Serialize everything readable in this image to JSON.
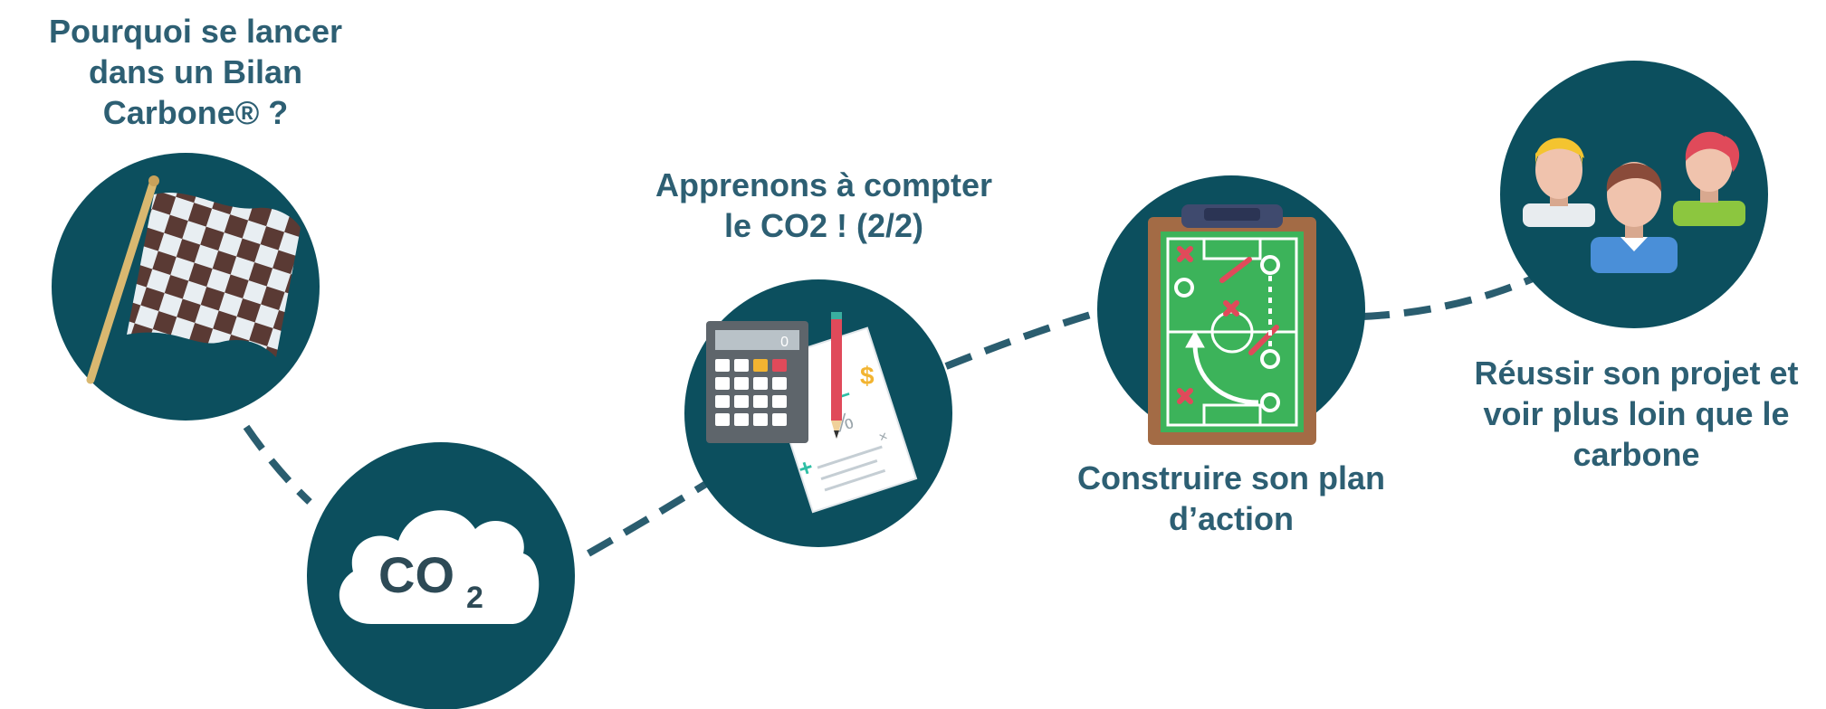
{
  "steps": [
    {
      "id": "step-1",
      "label": "Pourquoi se lancer\ndans un Bilan\nCarbone® ?",
      "icon": "checkered-flag-icon"
    },
    {
      "id": "step-2",
      "label": "",
      "icon": "co2-cloud-icon",
      "icon_text": "CO",
      "icon_subscript": "2"
    },
    {
      "id": "step-3",
      "label": "Apprenons à compter\nle CO2 ! (2/2)",
      "icon": "calculator-document-icon",
      "calculator_display": "0"
    },
    {
      "id": "step-4",
      "label": "Construire son plan\nd’action",
      "icon": "tactics-clipboard-icon"
    },
    {
      "id": "step-5",
      "label": "Réussir son projet et\nvoir plus loin que le\ncarbone",
      "icon": "team-people-icon"
    }
  ],
  "colors": {
    "circle": "#0c4f5e",
    "label": "#2d5f73",
    "connector": "#2a5d6f"
  }
}
